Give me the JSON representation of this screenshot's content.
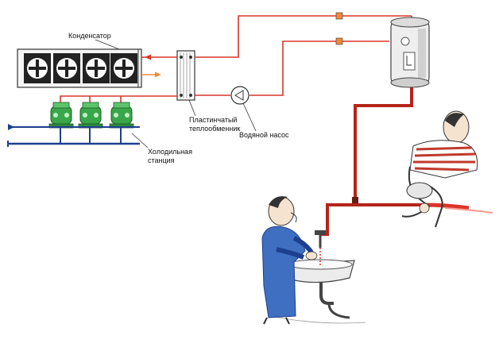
{
  "labels": {
    "condenser": "Конденсатор",
    "plate_hx_line1": "Пластинчатый",
    "plate_hx_line2": "теплообменник",
    "water_pump": "Водяной насос",
    "cold_station_line1": "Холодильная",
    "cold_station_line2": "станция"
  },
  "colors": {
    "hot_pipe": "#d9362b",
    "water_pipe": "#b62419",
    "cold_pipe": "#1e3f8f",
    "warm_arrow": "#f08a3a",
    "compressor": "#3aa64a",
    "outline": "#333333"
  },
  "icons": [
    "fan-icon",
    "compressor-icon",
    "water-heater-icon",
    "pump-icon",
    "plate-heat-exchanger-icon",
    "sink-icon",
    "faucet-icon",
    "person-washing-icon",
    "person-with-hose-icon"
  ]
}
